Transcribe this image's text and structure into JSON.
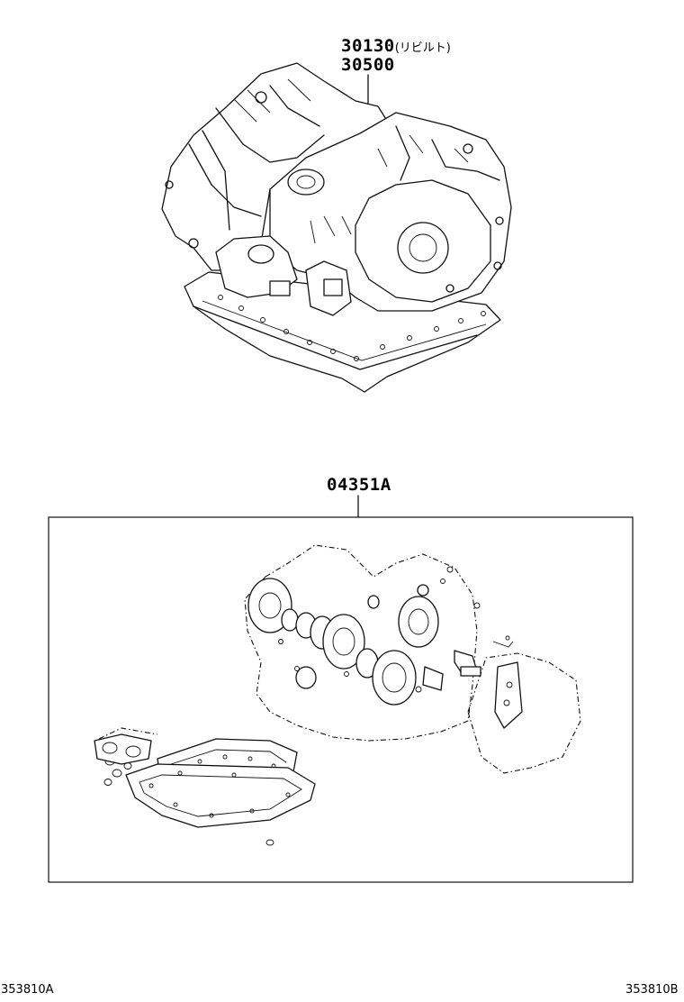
{
  "diagram": {
    "part_transmission_rebuilt": "30130",
    "part_transmission_rebuilt_note": "(リビルト)",
    "part_transmission": "30500",
    "part_overhaul_kit": "04351A",
    "ref_left": "353810A",
    "ref_right": "353810B"
  }
}
